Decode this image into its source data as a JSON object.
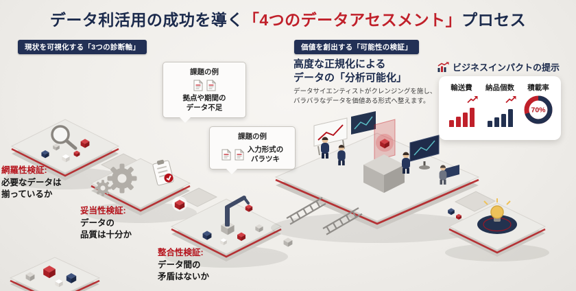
{
  "title": {
    "prefix": "データ利活用の成功を導く",
    "highlight": "「4つのデータアセスメント」",
    "suffix": "プロセス"
  },
  "sections": {
    "left_badge": "現状を可視化する「3つの診断軸」",
    "right_badge": "価値を創出する「可能性の検証」"
  },
  "callouts": [
    {
      "title": "課題の例",
      "text": "拠点や期間の\nデータ不足"
    },
    {
      "title": "課題の例",
      "text": "入力形式の\nバラツキ"
    }
  ],
  "normalization": {
    "heading": "高度な正規化による\nデータの「分析可能化」",
    "description": "データサイエンティストがクレンジングを施し、\nバラバラなデータを価値ある形式へ整えます。"
  },
  "impact": {
    "title": "ビジネスインパクトの提示",
    "metrics": [
      {
        "label": "輸送費",
        "type": "bar",
        "values": [
          10,
          15,
          21,
          28
        ],
        "color": "#c0202a"
      },
      {
        "label": "納品個数",
        "type": "bar",
        "values": [
          9,
          14,
          19,
          26
        ],
        "color": "#22304f"
      },
      {
        "label": "積載率",
        "type": "donut",
        "value": "70%",
        "percent": 70
      }
    ]
  },
  "verifications": [
    {
      "label": "網羅性検証:",
      "text": "必要なデータは\n揃っているか"
    },
    {
      "label": "妥当性検証:",
      "text": "データの\n品質は十分か"
    },
    {
      "label": "整合性検証:",
      "text": "データ間の\n矛盾はないか"
    }
  ],
  "icons": {
    "impact_heading": "bar-chart-up-icon",
    "callout_docs": "document-icon",
    "trend": "trend-arrow-icon",
    "magnifier": "magnifier-icon",
    "gear": "gear-icon",
    "clipboard": "checklist-clipboard-icon",
    "lightbulb": "idea-lightbulb-icon",
    "robot_arm": "robot-arm-icon"
  },
  "colors": {
    "accent_red": "#c0202a",
    "navy": "#1b2a4c",
    "background": "#f1efec"
  }
}
